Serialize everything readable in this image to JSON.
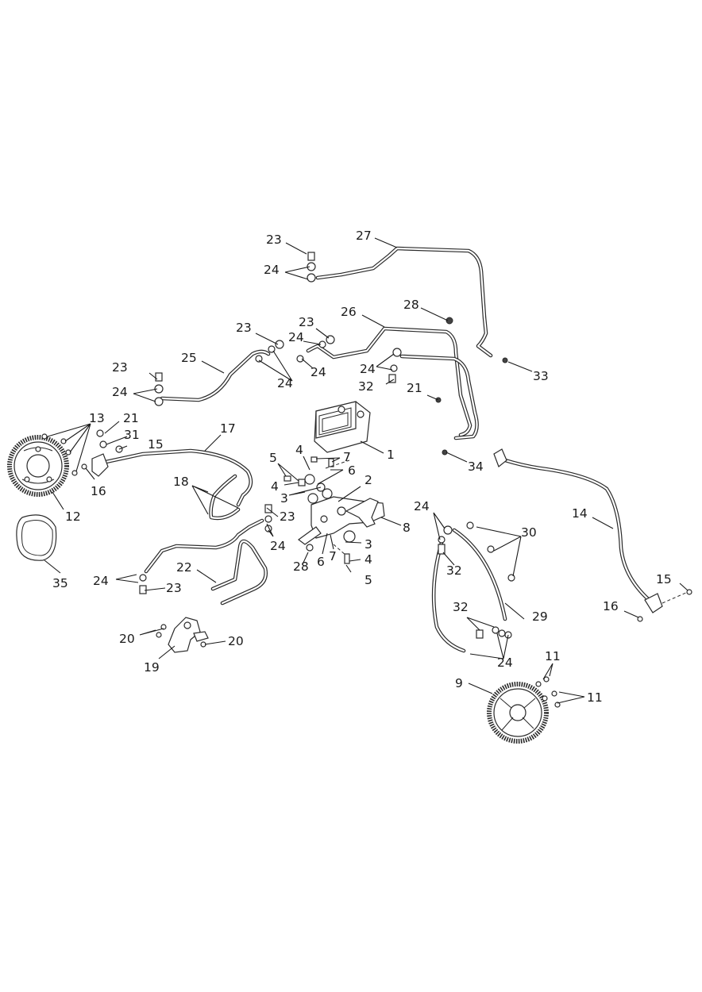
{
  "labels": [
    {
      "id": "l1",
      "text": "1"
    },
    {
      "id": "l2",
      "text": "2"
    },
    {
      "id": "l3a",
      "text": "3"
    },
    {
      "id": "l3b",
      "text": "3"
    },
    {
      "id": "l4a",
      "text": "4"
    },
    {
      "id": "l4b",
      "text": "4"
    },
    {
      "id": "l4c",
      "text": "4"
    },
    {
      "id": "l5a",
      "text": "5"
    },
    {
      "id": "l5b",
      "text": "5"
    },
    {
      "id": "l6a",
      "text": "6"
    },
    {
      "id": "l6b",
      "text": "6"
    },
    {
      "id": "l7a",
      "text": "7"
    },
    {
      "id": "l7b",
      "text": "7"
    },
    {
      "id": "l8",
      "text": "8"
    },
    {
      "id": "l9",
      "text": "9"
    },
    {
      "id": "l11a",
      "text": "11"
    },
    {
      "id": "l11b",
      "text": "11"
    },
    {
      "id": "l12",
      "text": "12"
    },
    {
      "id": "l13",
      "text": "13"
    },
    {
      "id": "l14",
      "text": "14"
    },
    {
      "id": "l15a",
      "text": "15"
    },
    {
      "id": "l15b",
      "text": "15"
    },
    {
      "id": "l16a",
      "text": "16"
    },
    {
      "id": "l16b",
      "text": "16"
    },
    {
      "id": "l17",
      "text": "17"
    },
    {
      "id": "l18",
      "text": "18"
    },
    {
      "id": "l19",
      "text": "19"
    },
    {
      "id": "l20a",
      "text": "20"
    },
    {
      "id": "l20b",
      "text": "20"
    },
    {
      "id": "l21a",
      "text": "21"
    },
    {
      "id": "l21b",
      "text": "21"
    },
    {
      "id": "l22",
      "text": "22"
    },
    {
      "id": "l23a",
      "text": "23"
    },
    {
      "id": "l23b",
      "text": "23"
    },
    {
      "id": "l23c",
      "text": "23"
    },
    {
      "id": "l23d",
      "text": "23"
    },
    {
      "id": "l23e",
      "text": "23"
    },
    {
      "id": "l23f",
      "text": "23"
    },
    {
      "id": "l24a",
      "text": "24"
    },
    {
      "id": "l24b",
      "text": "24"
    },
    {
      "id": "l24c",
      "text": "24"
    },
    {
      "id": "l24d",
      "text": "24"
    },
    {
      "id": "l24e",
      "text": "24"
    },
    {
      "id": "l24f",
      "text": "24"
    },
    {
      "id": "l24g",
      "text": "24"
    },
    {
      "id": "l24h",
      "text": "24"
    },
    {
      "id": "l24i",
      "text": "24"
    },
    {
      "id": "l24j",
      "text": "24"
    },
    {
      "id": "l25",
      "text": "25"
    },
    {
      "id": "l26",
      "text": "26"
    },
    {
      "id": "l27",
      "text": "27"
    },
    {
      "id": "l28a",
      "text": "28"
    },
    {
      "id": "l28b",
      "text": "28"
    },
    {
      "id": "l29",
      "text": "29"
    },
    {
      "id": "l30",
      "text": "30"
    },
    {
      "id": "l31",
      "text": "31"
    },
    {
      "id": "l32a",
      "text": "32"
    },
    {
      "id": "l32b",
      "text": "32"
    },
    {
      "id": "l32c",
      "text": "32"
    },
    {
      "id": "l33",
      "text": "33"
    },
    {
      "id": "l34",
      "text": "34"
    },
    {
      "id": "l35",
      "text": "35"
    }
  ]
}
